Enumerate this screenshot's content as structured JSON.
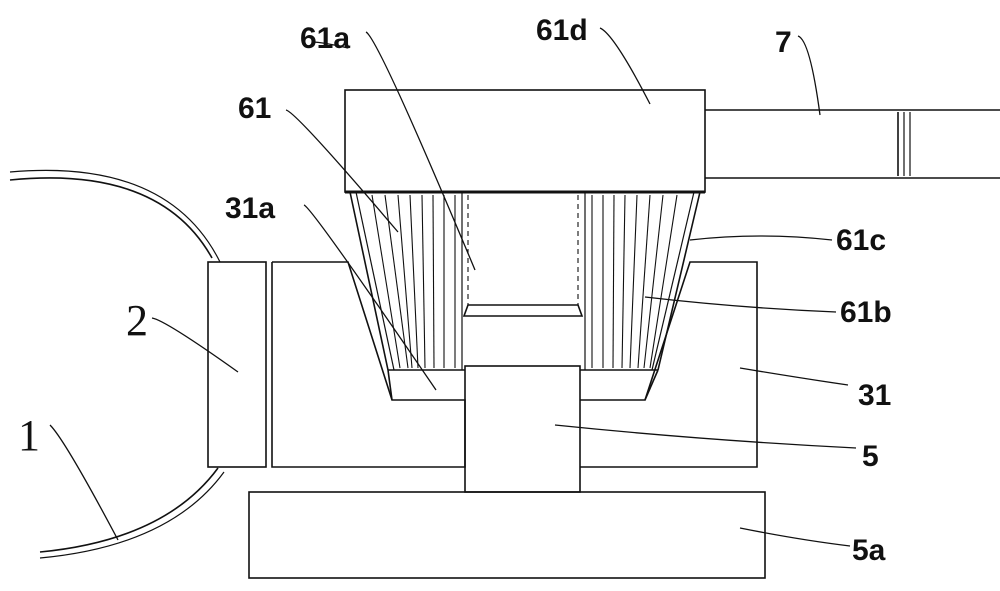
{
  "labels": {
    "part_1": "1",
    "part_2": "2",
    "part_31": "31",
    "part_31a": "31a",
    "part_5": "5",
    "part_5a": "5a",
    "part_61": "61",
    "part_61a": "61a",
    "part_61b": "61b",
    "part_61c": "61c",
    "part_61d": "61d",
    "part_7": "7"
  }
}
